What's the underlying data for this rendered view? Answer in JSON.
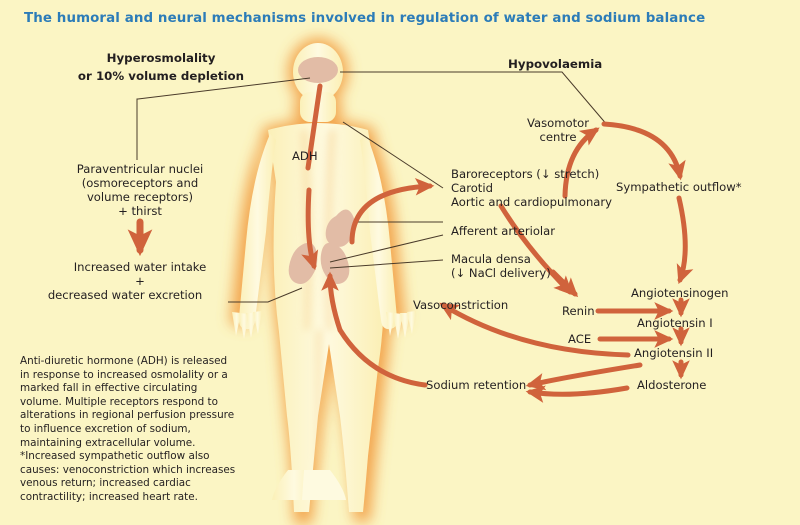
{
  "title": "The humoral and neural mechanisms involved in regulation of water and sodium balance",
  "colors": {
    "background": "#FBF5C4",
    "title": "#2C7CB8",
    "arrow": "#D0633C",
    "leader_line": "#4A3B2A",
    "text": "#231F20",
    "body_fill": "#FCF4C8",
    "body_glow": "#F5A94E",
    "organ": "#E0BCA5"
  },
  "labels": {
    "hyperosmolality": "Hyperosmolality\nor 10% volume depletion",
    "hyperosmolality_line1": "Hyperosmolality",
    "hyperosmolality_line2": "or 10% volume depletion",
    "hypovolaemia": "Hypovolaemia",
    "paraventricular_line1": "Paraventricular nuclei",
    "paraventricular_line2": "(osmoreceptors and",
    "paraventricular_line3": "volume receptors)",
    "paraventricular_line4": "+ thirst",
    "increased_water_line1": "Increased water intake",
    "increased_water_line2": "+",
    "increased_water_line3": "decreased water excretion",
    "adh": "ADH",
    "vasomotor_line1": "Vasomotor",
    "vasomotor_line2": "centre",
    "baroreceptors": "Baroreceptors (↓ stretch)",
    "carotid": "Carotid",
    "aortic": "Aortic and cardiopulmonary",
    "afferent_arteriolar": "Afferent arteriolar",
    "macula_densa_line1": "Macula densa",
    "macula_densa_line2": "(↓ NaCl delivery)",
    "sympathetic_outflow": "Sympathetic outflow*",
    "angiotensinogen": "Angiotensinogen",
    "renin": "Renin",
    "angiotensin_i": "Angiotensin I",
    "ace": "ACE",
    "angiotensin_ii": "Angiotensin II",
    "aldosterone": "Aldosterone",
    "vasoconstriction": "Vasoconstriction",
    "sodium_retention": "Sodium retention"
  },
  "caption": "Anti-diuretic hormone (ADH) is released in response to increased osmolality or a marked fall in effective circulating volume. Multiple receptors respond to alterations in regional perfusion pressure to influence excretion of sodium, maintaining extracellular volume. *Increased sympathetic outflow also causes: venoconstriction which increases venous return; increased cardiac contractility; increased heart rate.",
  "diagram": {
    "type": "flow-diagram",
    "subject": "Regulation of water and sodium balance",
    "nodes": [
      "Hyperosmolality or 10% volume depletion",
      "Paraventricular nuclei (osmoreceptors and volume receptors) + thirst",
      "Increased water intake + decreased water excretion",
      "ADH",
      "Hypovolaemia",
      "Vasomotor centre",
      "Baroreceptors (↓ stretch)",
      "Carotid",
      "Aortic and cardiopulmonary",
      "Afferent arteriolar",
      "Macula densa (↓ NaCl delivery)",
      "Sympathetic outflow*",
      "Angiotensinogen",
      "Renin",
      "Angiotensin I",
      "ACE",
      "Angiotensin II",
      "Aldosterone",
      "Vasoconstriction",
      "Sodium retention"
    ],
    "edges": [
      "Hyperosmolality → Paraventricular nuclei",
      "Paraventricular nuclei → Increased water intake + decreased water excretion",
      "Hypothalamus → ADH → kidney",
      "Hypovolaemia → Vasomotor centre",
      "Baroreceptors → Vasomotor centre",
      "Vasomotor centre → Sympathetic outflow*",
      "Sympathetic outflow* → Angiotensinogen",
      "Sympathetic outflow* → Renin",
      "Afferent arteriolar / Macula densa → Renin",
      "Renin + Angiotensinogen → Angiotensin I",
      "ACE + Angiotensin I → Angiotensin II",
      "Angiotensin II → Aldosterone",
      "Angiotensin II → Vasoconstriction",
      "Angiotensin II → Sodium retention",
      "Aldosterone → Sodium retention",
      "Sodium retention → kidney"
    ]
  }
}
